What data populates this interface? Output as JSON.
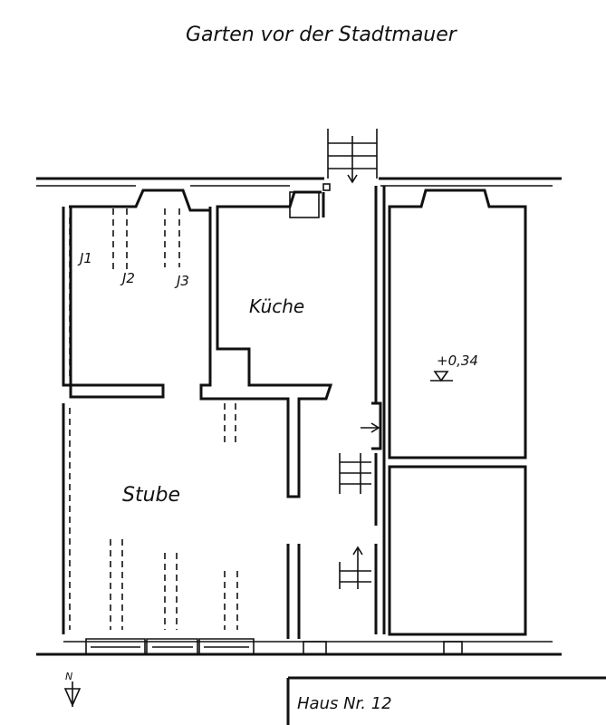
{
  "title": "Garten vor der Stadtmauer",
  "rooms": {
    "kitchen": "Küche",
    "living": "Stube"
  },
  "level_mark": "+0,34",
  "labels": [
    "J1",
    "J2",
    "J3"
  ],
  "north": "N",
  "house": "Haus Nr. 12"
}
